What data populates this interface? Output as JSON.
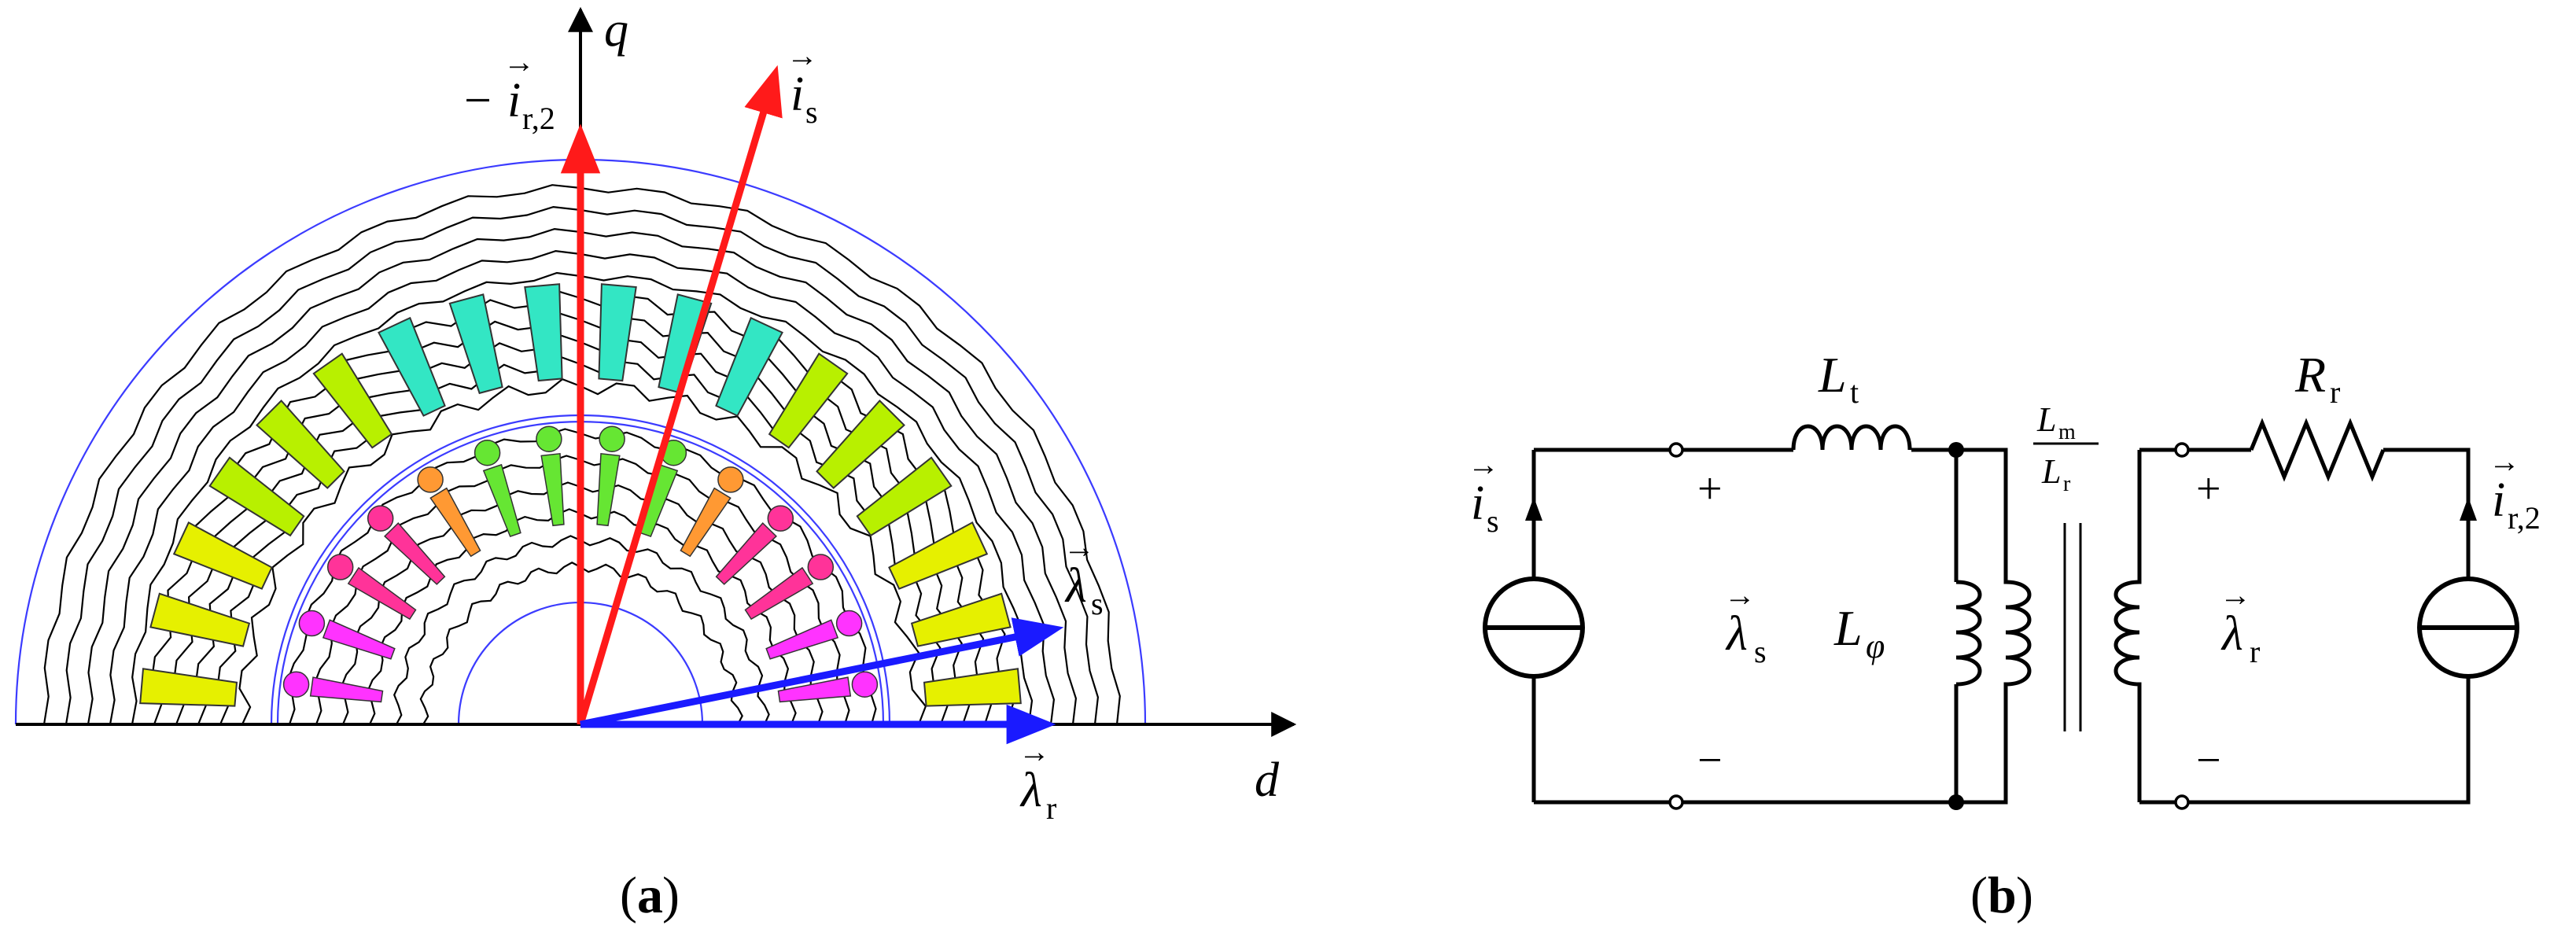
{
  "panel_a": {
    "caption_open": "(",
    "caption_letter": "a",
    "caption_close": ")",
    "axis_q": "q",
    "axis_d": "d",
    "vector_ir2": {
      "prefix": "−",
      "base": "i",
      "sub": "r,2"
    },
    "vector_is": {
      "base": "i",
      "sub": "s"
    },
    "vector_lambda_s": {
      "base": "λ",
      "sub": "s"
    },
    "vector_lambda_r": {
      "base": "λ",
      "sub": "r"
    },
    "colors": {
      "current_vectors": "#ff1a1a",
      "flux_vectors": "#1a1aff",
      "axes": "#000000",
      "boundary": "#3b3bff",
      "flux_lines": "#000000",
      "stator_slots_top": "#33e6c4",
      "stator_slots_mid": "#b8f000",
      "stator_slots_low": "#e6f000",
      "rotor_bars_green": "#66e633",
      "rotor_bars_orange": "#ff9933",
      "rotor_bars_pink": "#ff3399",
      "rotor_bars_magenta": "#ff33ff"
    }
  },
  "panel_b": {
    "caption_open": "(",
    "caption_letter": "b",
    "caption_close": ")",
    "inductor_Lt": {
      "base": "L",
      "sub": "t"
    },
    "resistor_Rr": {
      "base": "R",
      "sub": "r"
    },
    "inductor_Lphi": {
      "base": "L",
      "sub": "φ"
    },
    "ratio_num": {
      "base": "L",
      "sub": "m"
    },
    "ratio_den": {
      "base": "L",
      "sub": "r"
    },
    "source_is": {
      "base": "i",
      "sub": "s"
    },
    "source_ir2": {
      "base": "i",
      "sub": "r,2"
    },
    "flux_left": {
      "base": "λ",
      "sub": "s"
    },
    "flux_right": {
      "base": "λ",
      "sub": "r"
    },
    "plus": "+",
    "minus": "−"
  }
}
